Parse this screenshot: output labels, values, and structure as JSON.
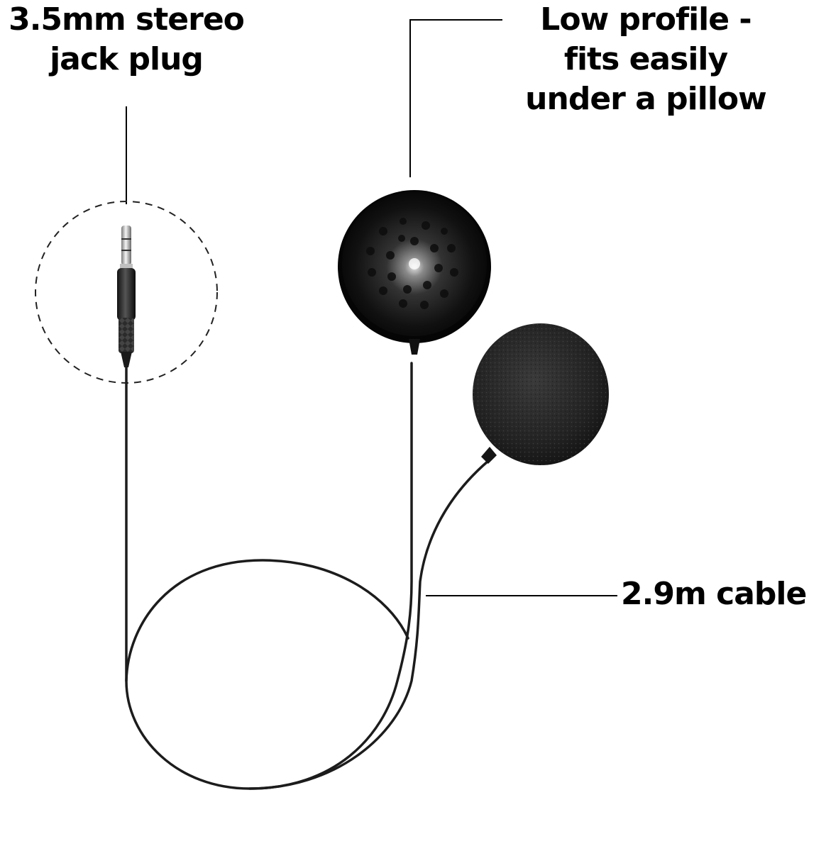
{
  "callouts": {
    "jack_plug": {
      "line1": "3.5mm stereo",
      "line2": "jack plug"
    },
    "low_profile": {
      "line1": "Low profile -",
      "line2": "fits easily",
      "line3": "under a pillow"
    },
    "cable": {
      "text": "2.9m cable"
    }
  },
  "colors": {
    "text": "#000000",
    "background": "#ffffff",
    "speaker": "#1a1a1a",
    "foam": "#2a2a2a",
    "cable": "#1c1c1c",
    "leader_line": "#000000"
  }
}
